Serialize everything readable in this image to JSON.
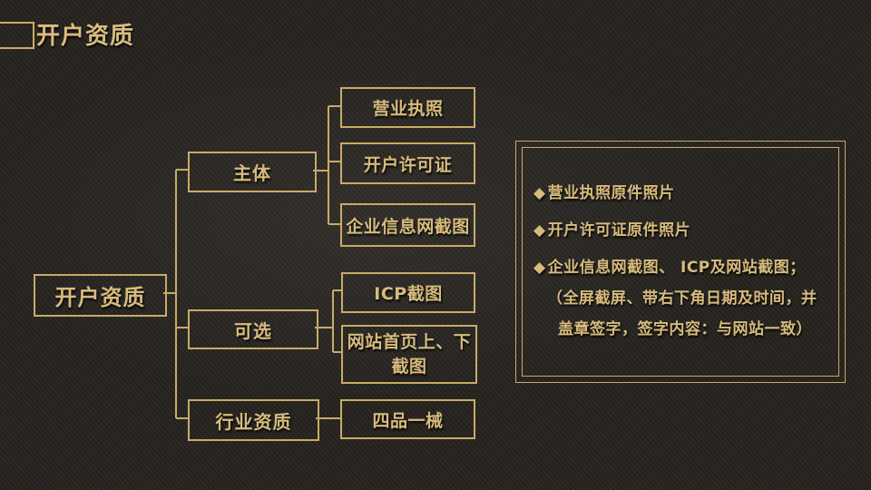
{
  "title": {
    "text": "开户资质"
  },
  "colors": {
    "background": "#282521",
    "gold_text": "#d7bb7d",
    "gold_border": "#c9aa66"
  },
  "diagram": {
    "root": {
      "label": "开户资质"
    },
    "branches": [
      {
        "label": "主体",
        "children": [
          {
            "label": "营业执照"
          },
          {
            "label": "开户许可证"
          },
          {
            "label": "企业信息网截图"
          }
        ]
      },
      {
        "label": "可选",
        "children": [
          {
            "label": "ICP截图"
          },
          {
            "label": "网站首页上、下截图"
          }
        ]
      },
      {
        "label": "行业资质",
        "children": [
          {
            "label": "四品一械"
          }
        ]
      }
    ]
  },
  "panel": {
    "bullets": [
      {
        "marker": "◆",
        "lines": [
          "营业执照原件照片"
        ]
      },
      {
        "marker": "◆",
        "lines": [
          "开户许可证原件照片"
        ]
      },
      {
        "marker": "◆",
        "lines": [
          "企业信息网截图、 ICP及网站截图；",
          "（全屏截屏、带右下角日期及时间，并",
          "盖章签字，签字内容：与网站一致）"
        ]
      }
    ]
  }
}
